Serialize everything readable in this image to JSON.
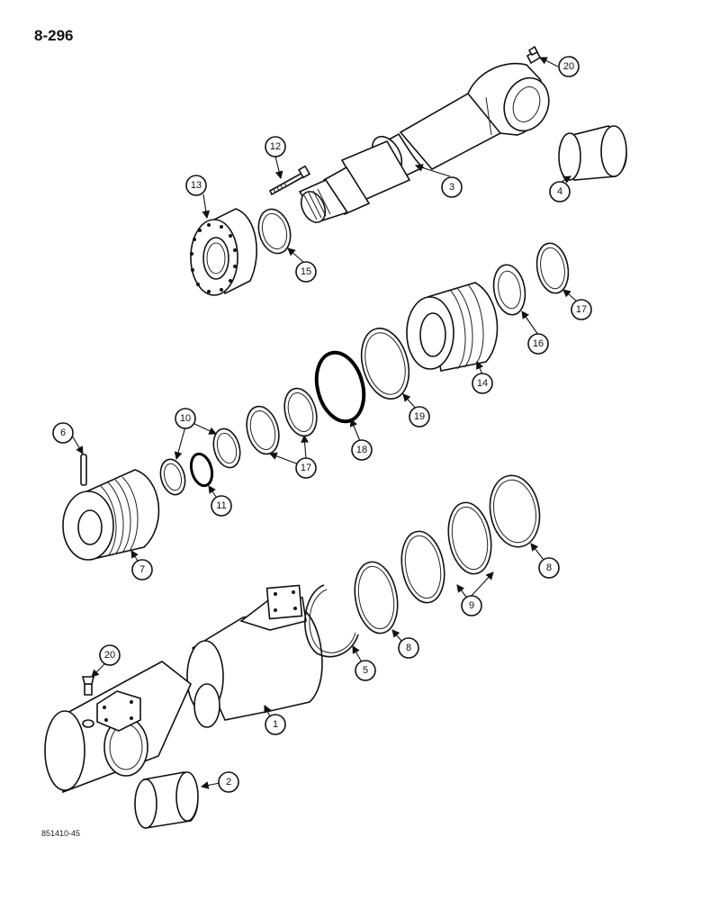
{
  "page_number": "8-296",
  "figure_code": "851410-45",
  "callouts": {
    "c1": "1",
    "c2": "2",
    "c3": "3",
    "c4": "4",
    "c5": "5",
    "c6": "6",
    "c7": "7",
    "c8a": "8",
    "c8b": "8",
    "c9": "9",
    "c10": "10",
    "c11": "11",
    "c12": "12",
    "c13": "13",
    "c14": "14",
    "c15": "15",
    "c16": "16",
    "c17a": "17",
    "c17b": "17",
    "c18": "18",
    "c19": "19",
    "c20a": "20",
    "c20b": "20"
  }
}
